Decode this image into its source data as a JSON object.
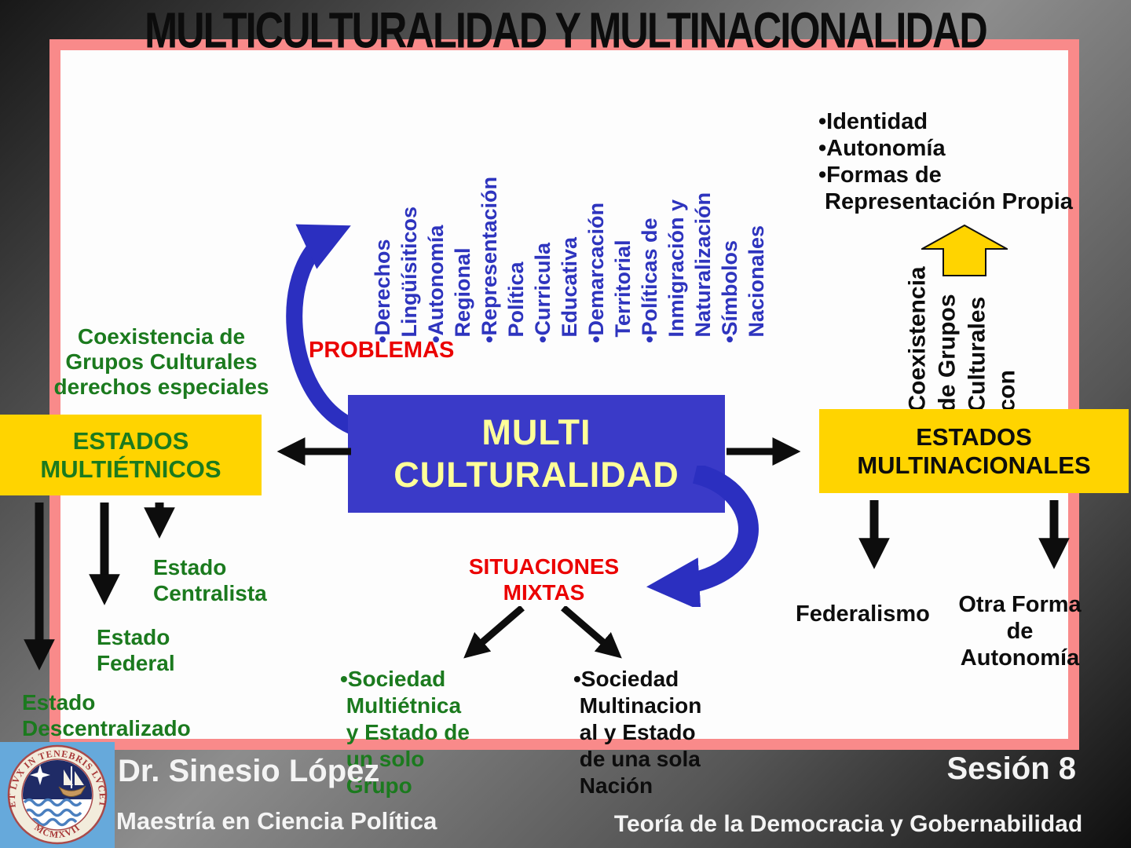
{
  "slide": {
    "title": "MULTICULTURALIDAD Y MULTINACIONALIDAD",
    "colors": {
      "frame_pink": "#F98A8A",
      "center_box_blue": "#3A3AC8",
      "accent_yellow": "#FFD400",
      "text_green": "#1B7A1E",
      "text_red": "#EB0000",
      "text_blue": "#2E34BE",
      "pale_yellow_text": "#FFFF99"
    }
  },
  "problems": {
    "label": "PROBLEMAS",
    "items": [
      "•Derechos",
      " Lingüísiticos",
      "•Autonomía",
      " Regional",
      "•Representación",
      " Política",
      "•Curricula",
      " Educativa",
      "•Demarcación",
      " Territorial",
      "•Políticas de",
      " Inmigración y",
      " Naturalización",
      "•Símbolos",
      " Nacionales"
    ]
  },
  "center": {
    "lines": [
      "MULTI",
      "CULTURALIDAD"
    ]
  },
  "left_branch": {
    "box": [
      "ESTADOS",
      "MULTIÉTNICOS"
    ],
    "note": [
      "Coexistencia de",
      "Grupos Culturales",
      "derechos especiales"
    ],
    "estado_centralista": [
      "Estado",
      "Centralista"
    ],
    "estado_federal": [
      "Estado",
      "Federal"
    ],
    "estado_descentralizado": [
      "Estado",
      "Descentralizado"
    ]
  },
  "right_branch": {
    "box": [
      "ESTADOS",
      "MULTINACIONALES"
    ],
    "bullets": [
      "•Identidad",
      "•Autonomía",
      "•Formas de",
      " Representación Propia"
    ],
    "coexistence": [
      "Coexistencia",
      "de Grupos",
      "Culturales",
      "con"
    ],
    "federalismo": "Federalismo",
    "otra_forma": [
      "Otra Forma",
      "de",
      "Autonomía"
    ]
  },
  "mixed": {
    "label": [
      "SITUACIONES",
      "MIXTAS"
    ],
    "left": [
      "•Sociedad",
      " Multiétnica",
      " y Estado de",
      " un solo",
      " Grupo"
    ],
    "right": [
      "•Sociedad",
      " Multinacion",
      " al y Estado",
      " de una sola",
      " Nación"
    ]
  },
  "footer": {
    "author": "Dr. Sinesio López",
    "program": "Maestría en Ciencia Política",
    "session": "Sesión 8",
    "course": "Teoría de la Democracia y Gobernabilidad",
    "logo_motto": "ET LVX IN TENEBRIS LVCET",
    "logo_year": "MCMXVII"
  }
}
